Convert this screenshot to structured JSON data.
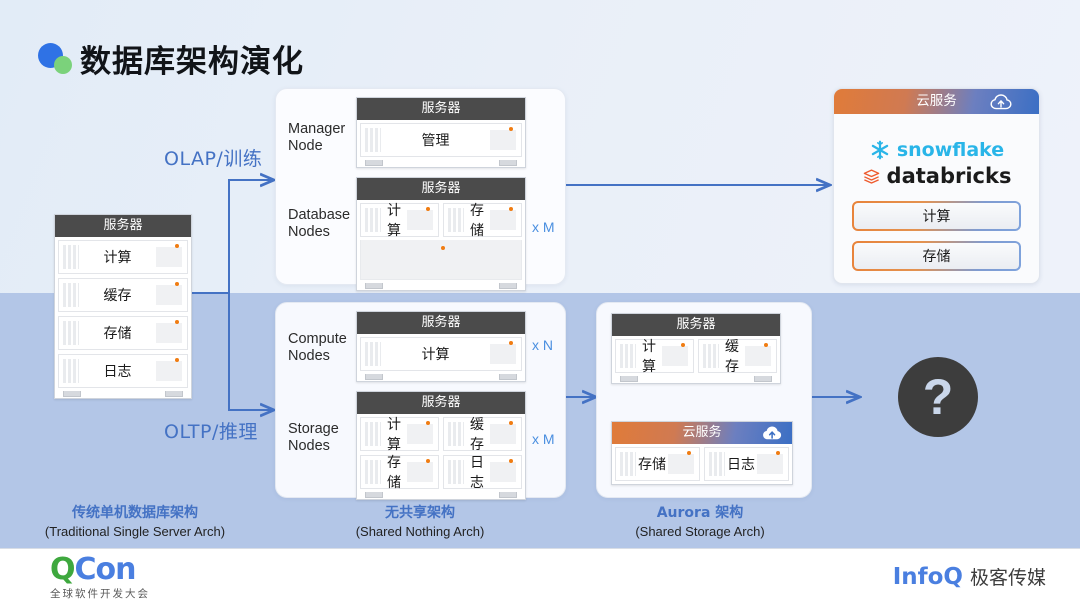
{
  "page": {
    "title": "数据库架构演化",
    "logo_icon": "two-circles-icon",
    "accent_blue": "#4472c4",
    "accent_orange": "#e07b39",
    "bg_top": "#e9eff8",
    "bg_bottom": "#b3c6e7"
  },
  "labels": {
    "server": "服务器",
    "cloud_service": "云服务",
    "compute": "计算",
    "cache": "缓存",
    "storage": "存储",
    "log": "日志",
    "manage": "管理"
  },
  "flows": {
    "olap": "OLAP/训练",
    "oltp": "OLTP/推理"
  },
  "left_stack": {
    "header": "服务器",
    "slots": [
      "计算",
      "缓存",
      "存储",
      "日志"
    ]
  },
  "shared_nothing": {
    "top": {
      "node_label_line1": "Manager",
      "node_label_line2": "Node",
      "header": "服务器",
      "slots": [
        "管理"
      ],
      "multiplier": ""
    },
    "bottom": {
      "node_label_line1": "Database",
      "node_label_line2": "Nodes",
      "header": "服务器",
      "slots": [
        "计算",
        "存储"
      ],
      "multiplier": "x M"
    }
  },
  "shared_nothing_oltp": {
    "top": {
      "node_label_line1": "Compute",
      "node_label_line2": "Nodes",
      "header": "服务器",
      "slots": [
        "计算"
      ],
      "multiplier": "x N"
    },
    "bottom": {
      "node_label_line1": "Storage",
      "node_label_line2": "Nodes",
      "header": "服务器",
      "slots_row1": [
        "计算",
        "缓存"
      ],
      "slots_row2": [
        "存储",
        "日志"
      ],
      "multiplier": "x M"
    }
  },
  "aurora": {
    "top": {
      "header": "服务器",
      "slots": [
        "计算",
        "缓存"
      ]
    },
    "bottom": {
      "header": "云服务",
      "header_icon": "cloud-upload-icon",
      "slots": [
        "存储",
        "日志"
      ]
    }
  },
  "cloud_card": {
    "header": "云服务",
    "header_icon": "cloud-upload-icon",
    "brands": [
      "snowflake",
      "databricks"
    ],
    "buttons": [
      "计算",
      "存储"
    ]
  },
  "unknown": {
    "glyph": "?"
  },
  "captions": [
    {
      "cn": "传统单机数据库架构",
      "en": "(Traditional Single Server Arch)"
    },
    {
      "cn": "无共享架构",
      "en": "(Shared Nothing Arch)"
    },
    {
      "cn": "Aurora 架构",
      "en": "(Shared Storage Arch)"
    }
  ],
  "footer": {
    "qcon_q": "Q",
    "qcon_con": "Con",
    "qcon_sub": "全球软件开发大会",
    "infoq_logo": "InfoQ",
    "infoq_cn": "极客传媒"
  }
}
